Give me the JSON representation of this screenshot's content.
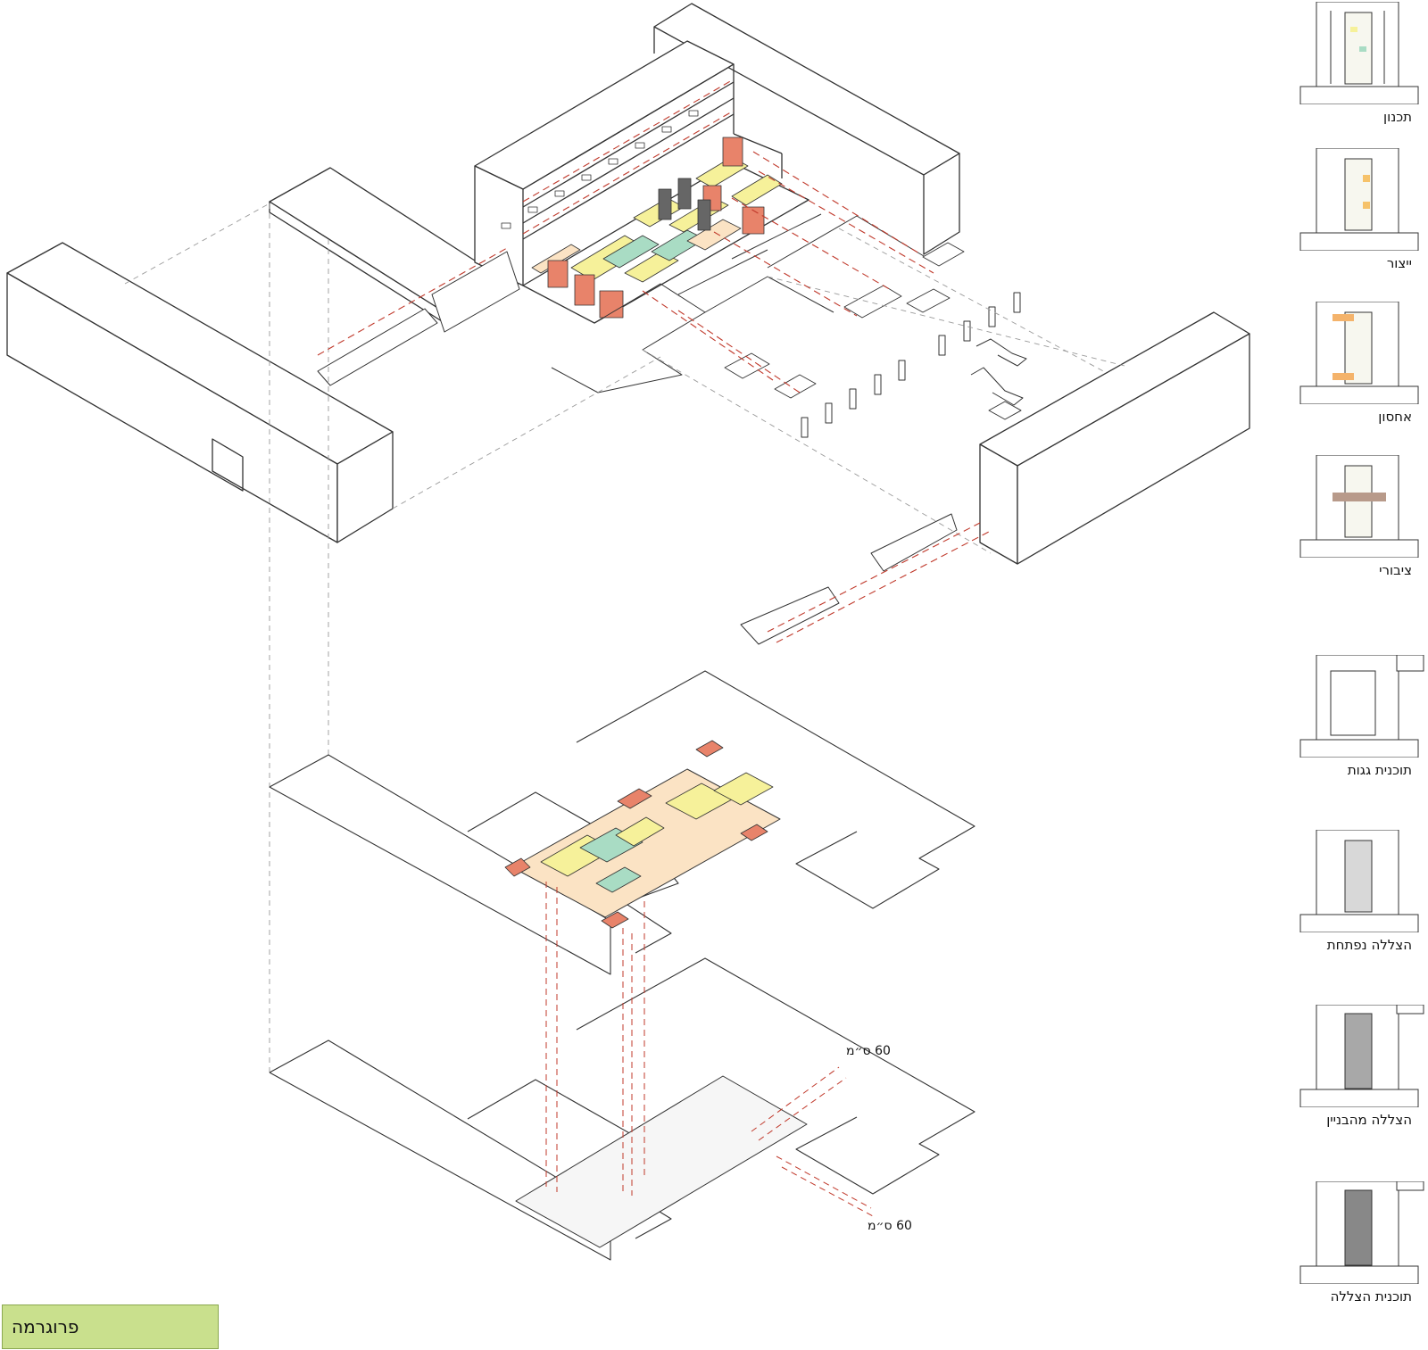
{
  "diagram": {
    "program_label": "פרוגרמה",
    "dimension_labels": [
      "60 ס״מ",
      "60 ס״מ"
    ],
    "colors": {
      "line": "#333333",
      "guide": "#9a9a9a",
      "red_guide": "#c0392b",
      "salmon": "#e8836a",
      "peach": "#fbe3c4",
      "yellow": "#f6f19a",
      "green": "#a9dcc4",
      "program_fill": "#c9e08d"
    }
  },
  "thumbnails": [
    {
      "label": "תכנון"
    },
    {
      "label": "ייצור"
    },
    {
      "label": "אחסון"
    },
    {
      "label": "ציבורי"
    },
    {
      "label": "תוכנית גגות"
    },
    {
      "label": "הצללה נפתחת"
    },
    {
      "label": "הצללה מהבניין"
    },
    {
      "label": "תוכנית הצללה"
    }
  ]
}
